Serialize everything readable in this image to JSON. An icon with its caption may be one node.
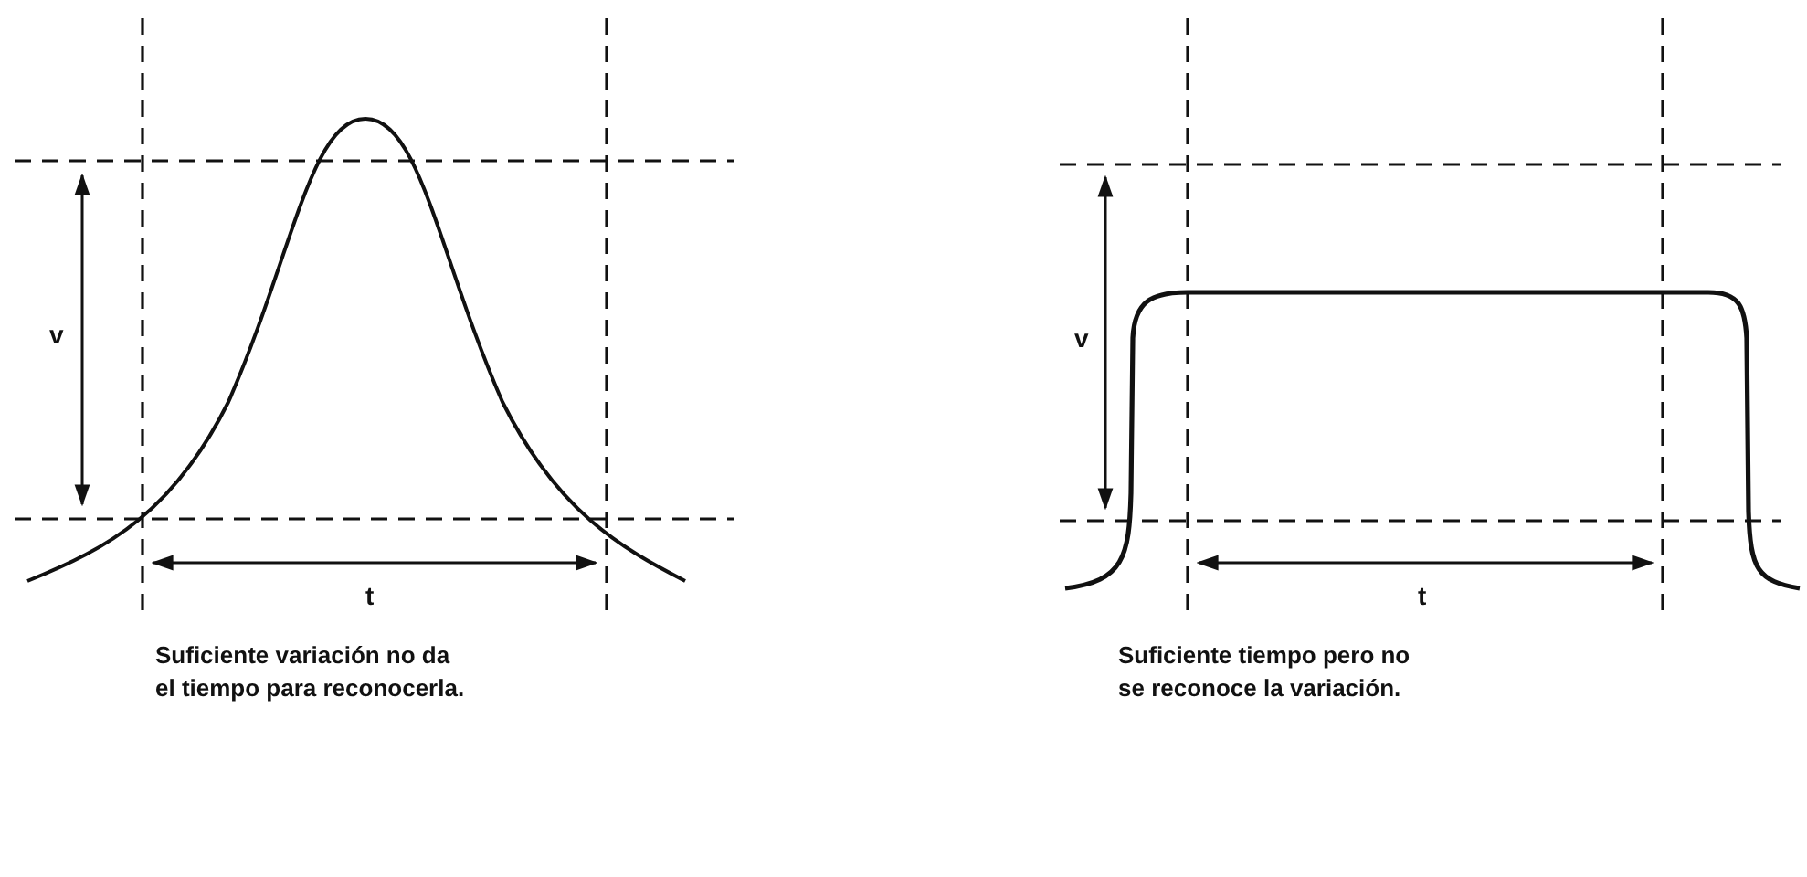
{
  "diagram": {
    "labels": [
      "v",
      "t",
      "Suficiente variación no da el tiempo para reconocerla.",
      "v",
      "t",
      "Suficiente tiempo pero no se reconoce la variación."
    ]
  }
}
